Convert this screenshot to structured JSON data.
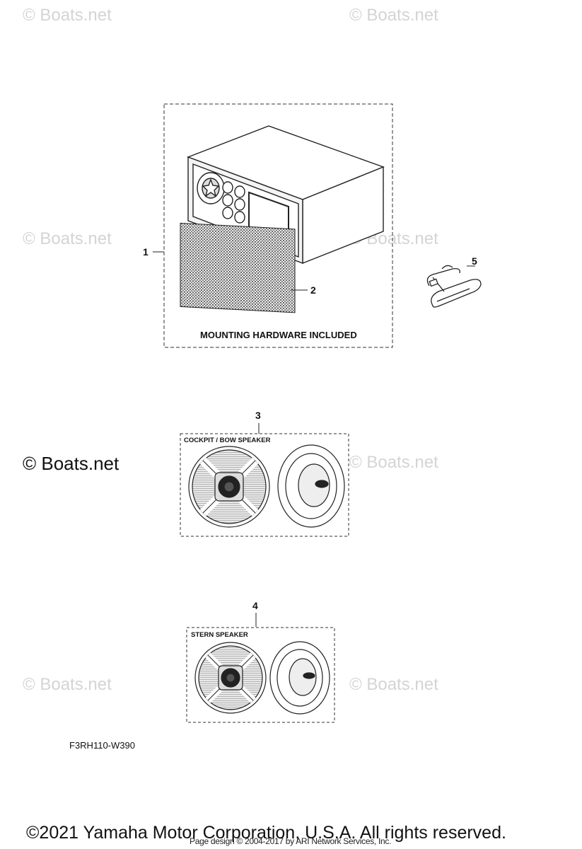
{
  "watermark": {
    "text": "© Boats.net"
  },
  "callouts": {
    "c1": "1",
    "c2": "2",
    "c3": "3",
    "c4": "4",
    "c5": "5"
  },
  "labels": {
    "mounting_hardware": "MOUNTING HARDWARE INCLUDED",
    "cockpit_bow": "COCKPIT / BOW SPEAKER",
    "stern": "STERN SPEAKER"
  },
  "diagram_code": "F3RH110-W390",
  "footer": {
    "copyright": "©2021 Yamaha Motor Corporation, U.S.A. All rights reserved.",
    "page_design": "Page design © 2004-2017 by ARI Network Services, Inc."
  },
  "colors": {
    "watermark_light": "#d4d4d4",
    "line": "#222222"
  }
}
